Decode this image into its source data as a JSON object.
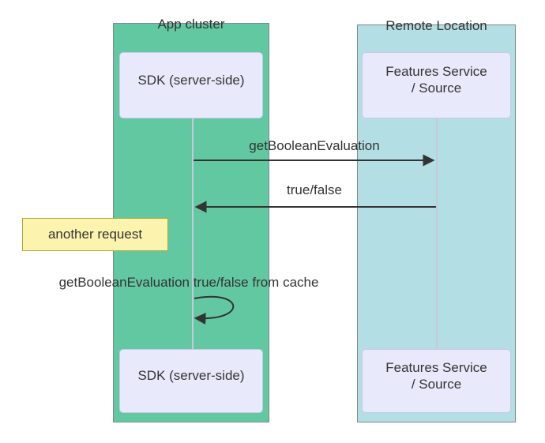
{
  "diagram_type": "sequence-diagram",
  "clusters": [
    {
      "label": "App cluster",
      "fill": "#62C8A2"
    },
    {
      "label": "Remote Location",
      "fill": "#B3DEE4"
    }
  ],
  "actors": [
    {
      "label": "SDK (server-side)",
      "lines": [
        "SDK (server-side)"
      ],
      "cluster": "App cluster"
    },
    {
      "label": "Features Service / Source",
      "lines": [
        "Features Service",
        "/ Source"
      ],
      "cluster": "Remote Location"
    }
  ],
  "messages": [
    {
      "label": "getBooleanEvaluation",
      "from": "SDK (server-side)",
      "to": "Features Service / Source",
      "direction": "right"
    },
    {
      "label": "true/false",
      "from": "Features Service / Source",
      "to": "SDK (server-side)",
      "direction": "left"
    },
    {
      "label": "getBooleanEvaluation true/false from cache",
      "from": "SDK (server-side)",
      "to": "SDK (server-side)",
      "direction": "self"
    }
  ],
  "note": {
    "label": "another request"
  },
  "colors": {
    "app_cluster_fill": "#62C8A2",
    "remote_cluster_fill": "#B3DEE4",
    "actor_fill": "#E9E9FC",
    "actor_border": "#C9C9E6",
    "note_fill": "#FBF3AE",
    "note_border": "#AAAA33",
    "arrow": "#333333",
    "lifeline": "#C8C8DA",
    "text": "#333333"
  }
}
